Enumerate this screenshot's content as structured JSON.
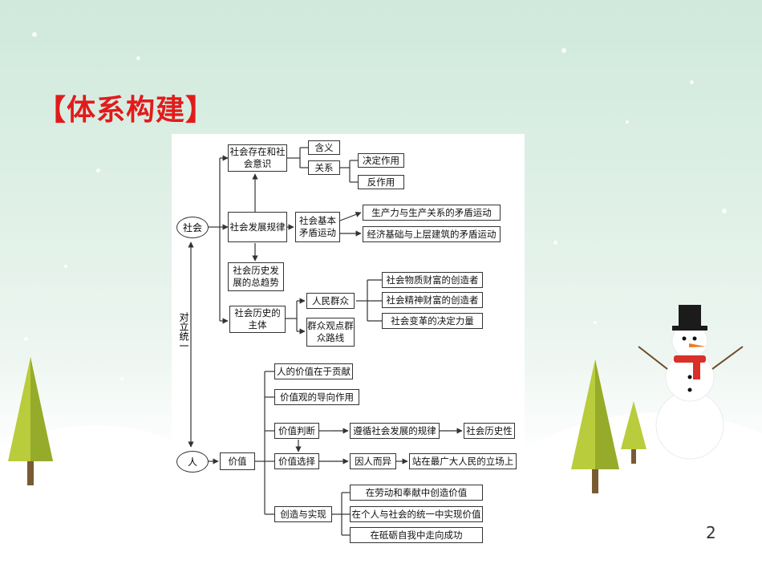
{
  "slide": {
    "title": "【体系构建】",
    "page_number": "2"
  },
  "diagram": {
    "society": "社会",
    "person": "人",
    "unity": "对立统一",
    "existence": "社会存在和社会意识",
    "meaning": "含义",
    "relation": "关系",
    "decisive": "决定作用",
    "reaction": "反作用",
    "law": "社会发展规律",
    "basic": "社会基本矛盾运动",
    "contradiction1": "生产力与生产关系的矛盾运动",
    "contradiction2": "经济基础与上层建筑的矛盾运动",
    "trend": "社会历史发展的总趋势",
    "subject": "社会历史的主体",
    "masses": "人民群众",
    "mass_view": "群众观点群众路线",
    "creator_material": "社会物质财富的创造者",
    "creator_spiritual": "社会精神财富的创造者",
    "decisive_force": "社会变革的决定力量",
    "value": "价值",
    "value_contribution": "人的价值在于贡献",
    "value_orientation": "价值观的导向作用",
    "value_judgment": "价值判断",
    "value_choice": "价值选择",
    "follow_law": "遵循社会发展的规律",
    "historicity": "社会历史性",
    "vary": "因人而异",
    "stand": "站在最广大人民的立场上",
    "creation": "创造与实现",
    "create1": "在劳动和奉献中创造价值",
    "create2": "在个人与社会的统一中实现价值",
    "create3": "在砥砺自我中走向成功"
  }
}
